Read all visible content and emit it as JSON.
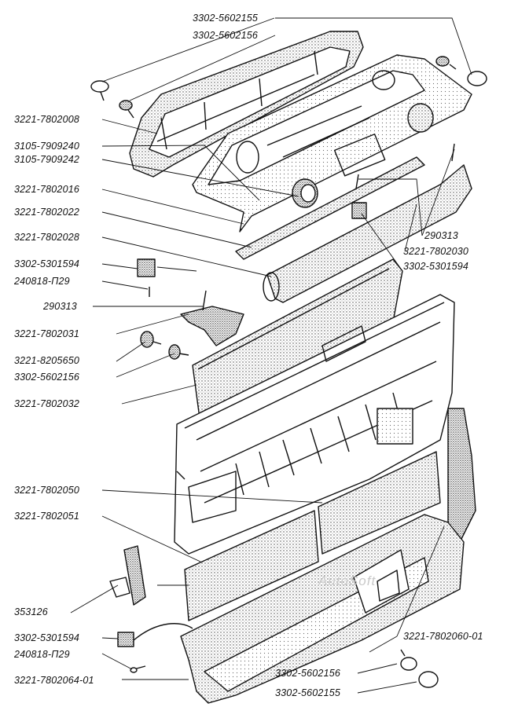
{
  "labels": {
    "l_5602155_top": "3302-5602155",
    "l_5602156_top": "3302-5602156",
    "l_7802008": "3221-7802008",
    "l_7909240": "3105-7909240",
    "l_7909242": "3105-7909242",
    "l_7802016": "3221-7802016",
    "l_7802022": "3221-7802022",
    "l_7802028": "3221-7802028",
    "l_5301594_left": "3302-5301594",
    "l_240818_top": "240818-П29",
    "l_290313_left": "290313",
    "l_7802031": "3221-7802031",
    "l_8205650": "3221-8205650",
    "l_5602156_mid": "3302-5602156",
    "l_7802032": "3221-7802032",
    "l_290313_right": "290313",
    "l_7802030": "3221-7802030",
    "l_5301594_right": "3302-5301594",
    "l_7802050": "3221-7802050",
    "l_7802051": "3221-7802051",
    "l_353126": "353126",
    "l_5301594_bottom": "3302-5301594",
    "l_240818_bottom": "240818-П29",
    "l_7802064": "3221-7802064-01",
    "l_7802060": "3221-7802060-01",
    "l_5602156_bottom": "3302-5602156",
    "l_5602155_bottom": "3302-5602155"
  },
  "watermark": "AutoSoft",
  "colors": {
    "ink": "#111111",
    "paper": "#ffffff",
    "stipple": "#555555"
  }
}
